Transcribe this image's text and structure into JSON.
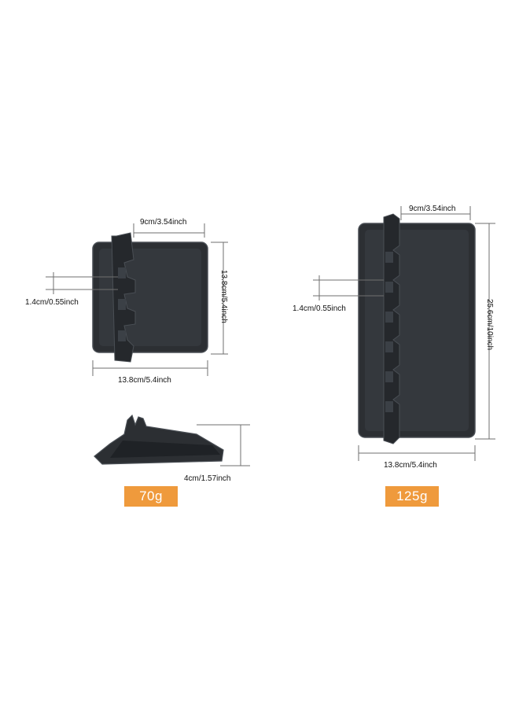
{
  "colors": {
    "background": "#ffffff",
    "product": "#2c2f33",
    "product_edge": "#4a4f55",
    "badge": "#ef9a3c",
    "dimension_line": "#6f6f6f"
  },
  "small_rest": {
    "width_label": "9cm/3.54inch",
    "height_label": "13.8cm/5.4inch",
    "slot_label": "1.4cm/0.55inch",
    "bottom_label": "13.8cm/5.4inch",
    "depth_label": "4cm/1.57inch",
    "weight_badge": "70g"
  },
  "large_rest": {
    "width_label": "9cm/3.54inch",
    "height_label": "25.6cm/10inch",
    "slot_label": "1.4cm/0.55inch",
    "bottom_label": "13.8cm/5.4inch",
    "weight_badge": "125g"
  }
}
